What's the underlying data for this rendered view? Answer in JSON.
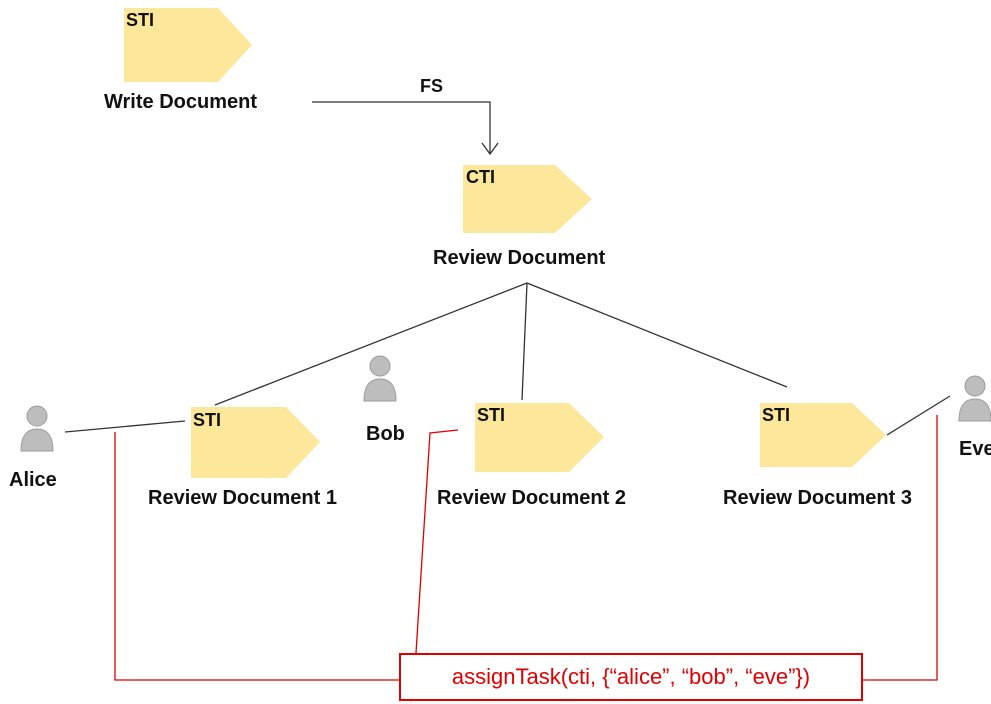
{
  "colors": {
    "task_fill": "#fde79a",
    "connector": "#333333",
    "assignment": "#e00000",
    "person": "#bdbdbd"
  },
  "tasks": {
    "write": {
      "type": "STI",
      "label": "Write Document"
    },
    "review": {
      "type": "CTI",
      "label": "Review Document"
    },
    "review1": {
      "type": "STI",
      "label": "Review Document 1"
    },
    "review2": {
      "type": "STI",
      "label": "Review Document 2"
    },
    "review3": {
      "type": "STI",
      "label": "Review Document 3"
    }
  },
  "dependency_label": "FS",
  "people": {
    "alice": {
      "name": "Alice",
      "icon": "person-icon"
    },
    "bob": {
      "name": "Bob",
      "icon": "person-icon"
    },
    "eve": {
      "name": "Eve",
      "icon": "person-icon"
    }
  },
  "assignment_call": "assignTask(cti, {“alice”, “bob”, “eve”})"
}
